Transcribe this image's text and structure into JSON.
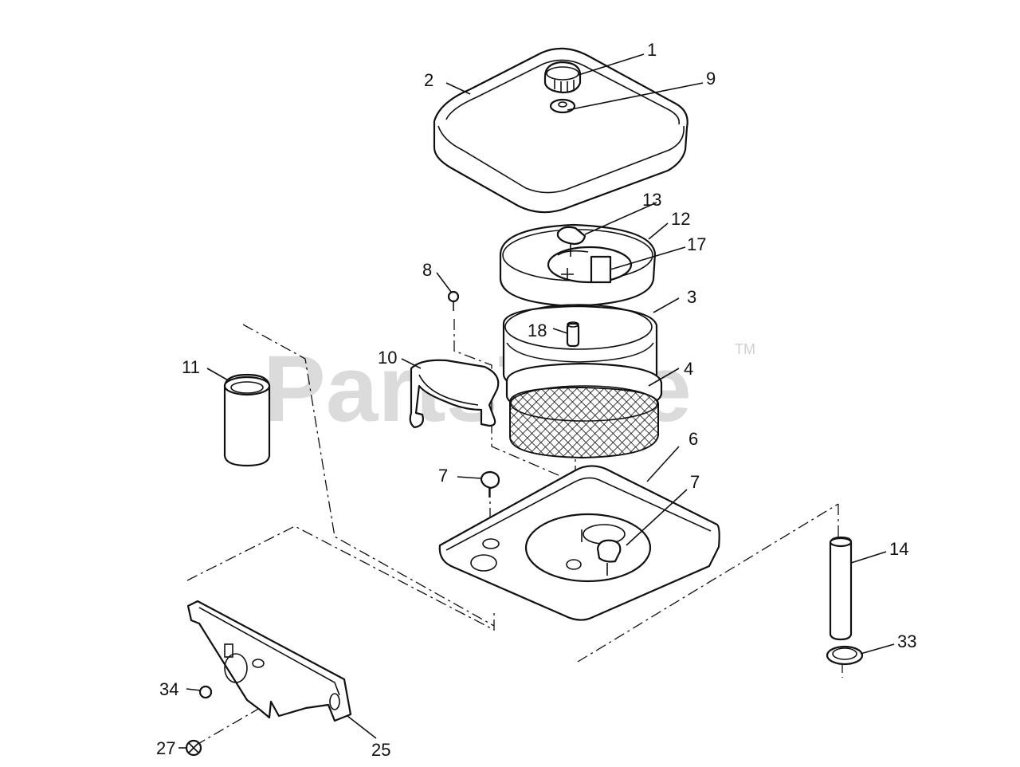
{
  "watermark": {
    "text": "PartsTree",
    "trademark": "TM"
  },
  "callouts": {
    "c1": "1",
    "c2": "2",
    "c3": "3",
    "c4": "4",
    "c6": "6",
    "c7a": "7",
    "c7b": "7",
    "c8": "8",
    "c9": "9",
    "c10": "10",
    "c11": "11",
    "c12": "12",
    "c13": "13",
    "c14": "14",
    "c17": "17",
    "c18": "18",
    "c25": "25",
    "c27": "27",
    "c33": "33",
    "c34": "34"
  }
}
